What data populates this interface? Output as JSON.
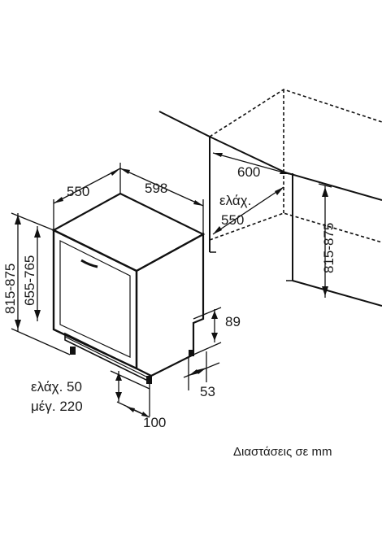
{
  "dimensions": {
    "depth": "550",
    "width": "598",
    "height_range": "815-875",
    "door_height_range": "655-765",
    "niche_width": "600",
    "niche_min_depth_prefix": "ελάχ.",
    "niche_min_depth_value": "550",
    "niche_height_range": "815-875",
    "plinth_height": "89",
    "plinth_offset": "53",
    "foot_min": "ελάχ. 50",
    "foot_max": "μέγ. 220",
    "foot_depth": "100"
  },
  "caption": "Διαστάσεις σε mm"
}
